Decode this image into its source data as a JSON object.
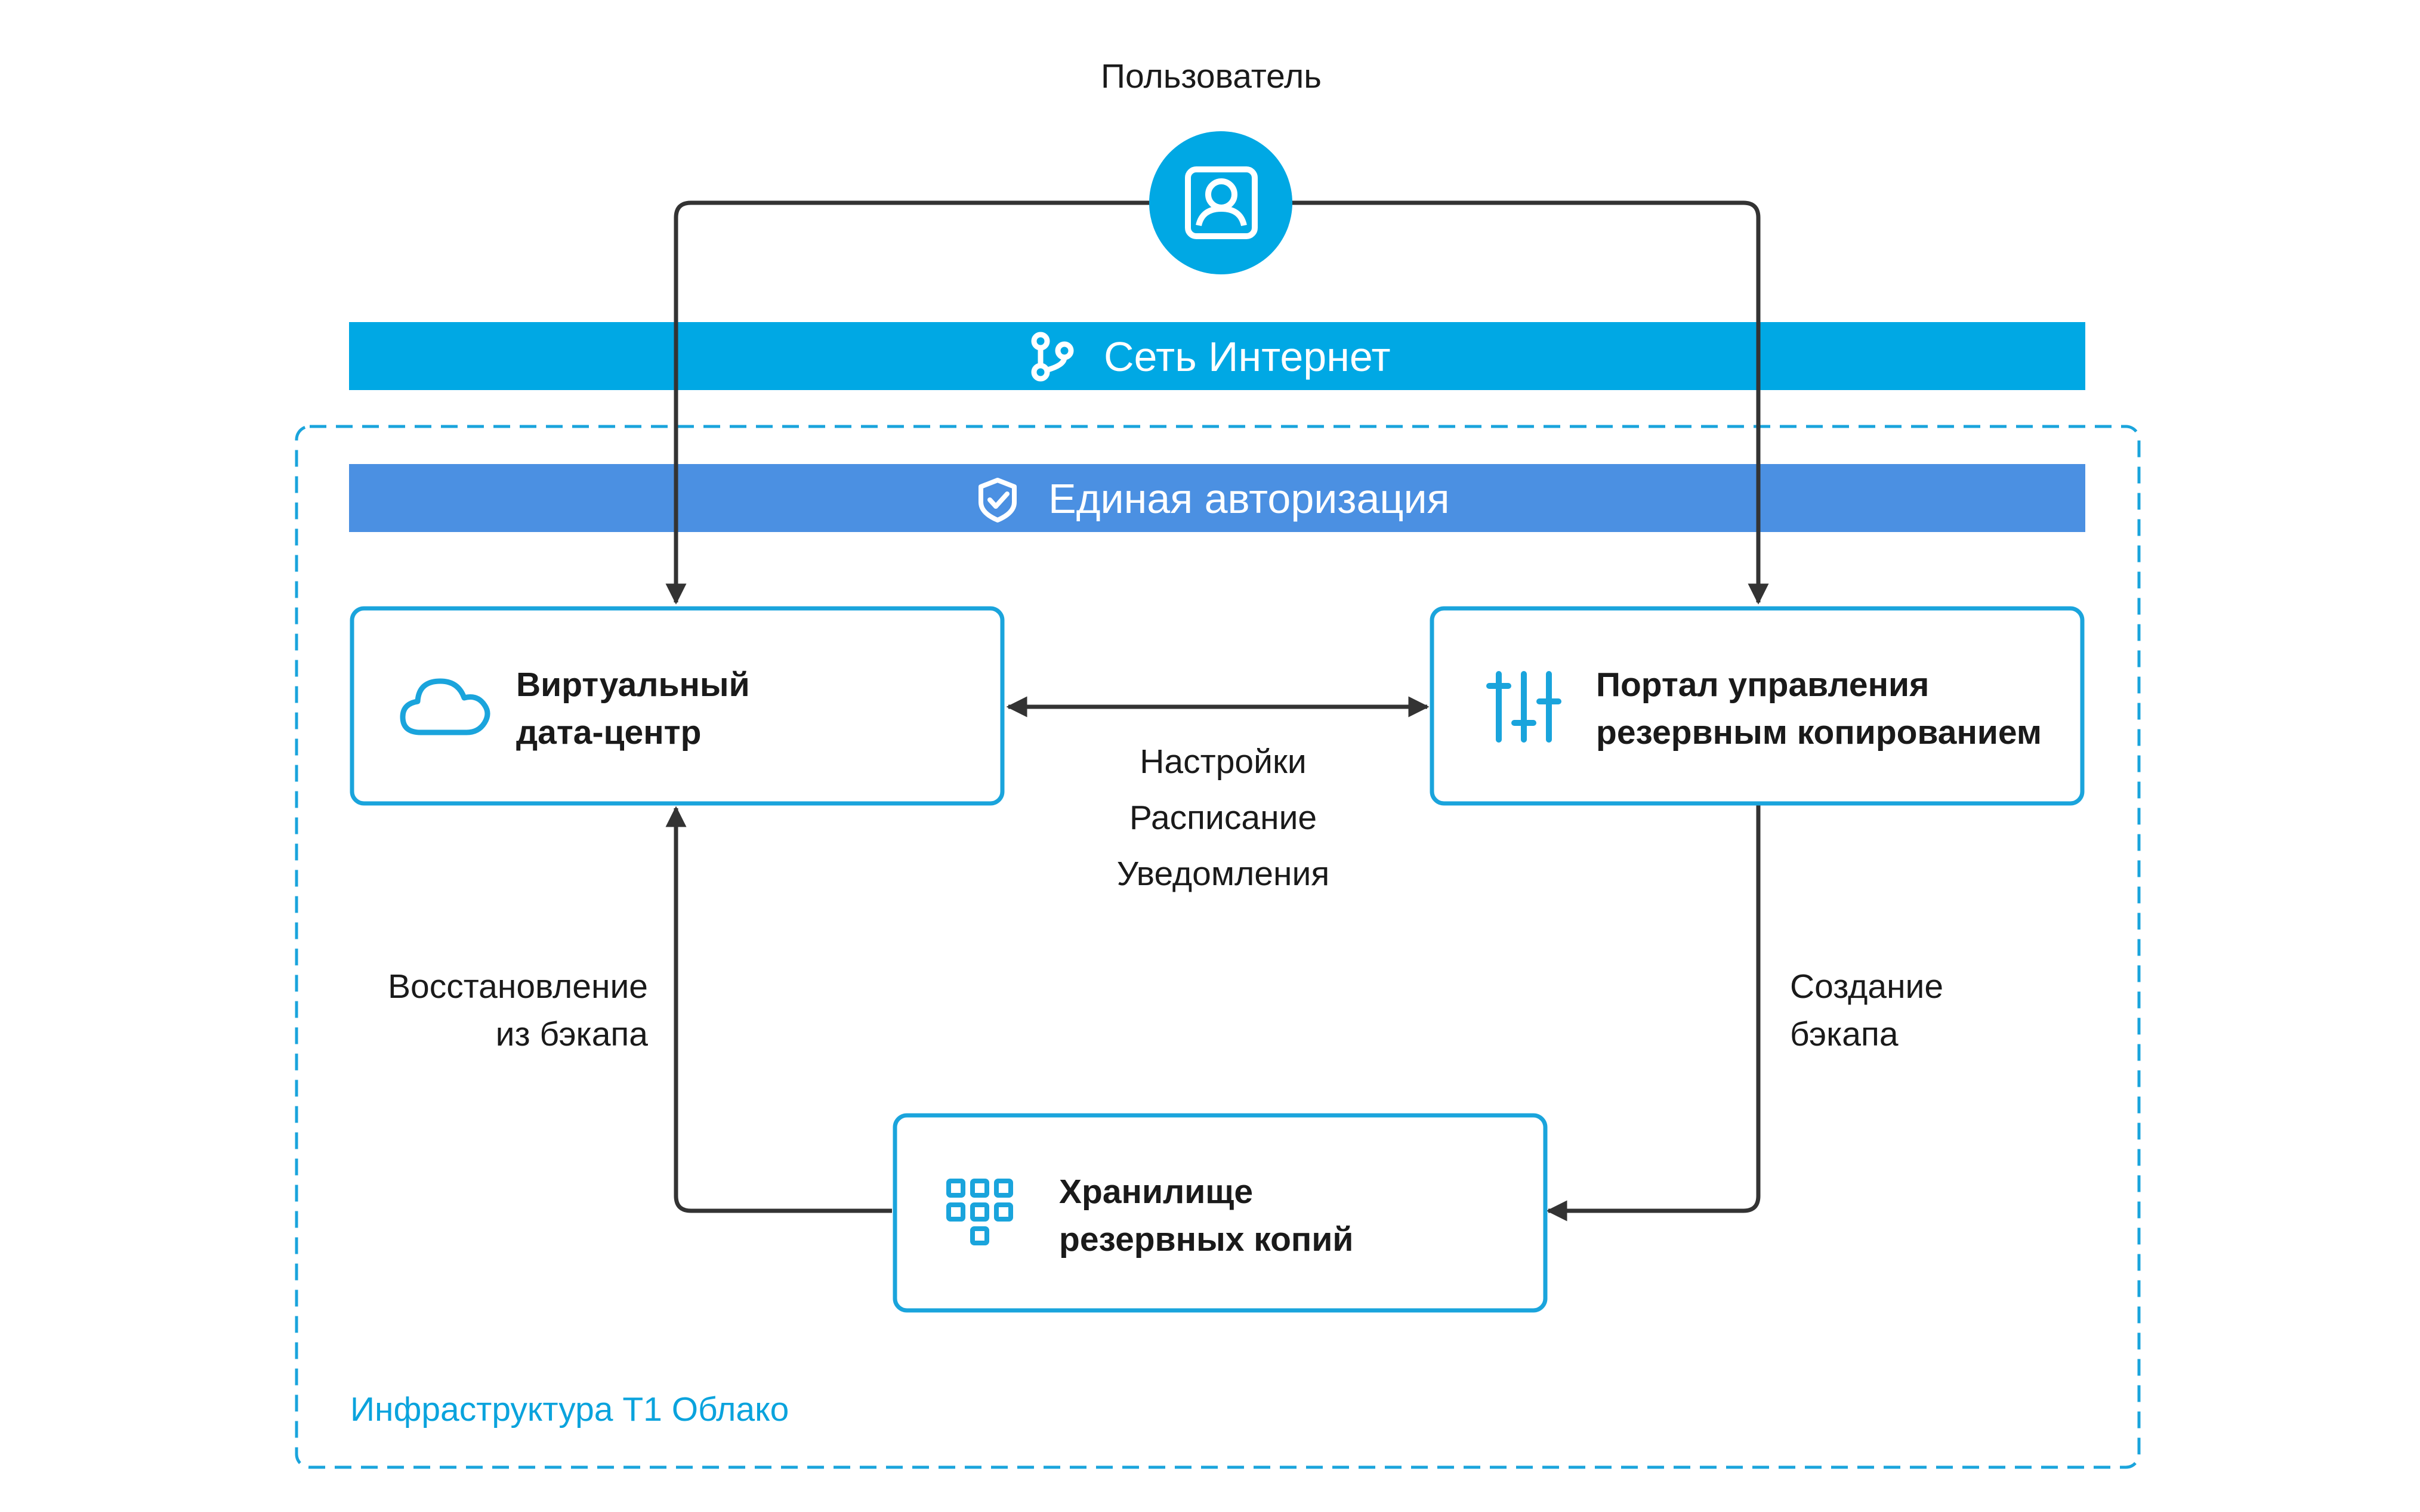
{
  "user": {
    "label": "Пользователь",
    "icon": "user-icon"
  },
  "bands": {
    "internet": {
      "label": "Сеть Интернет",
      "icon": "branch-icon",
      "color": "#00a8e4"
    },
    "auth": {
      "label": "Единая авторизация",
      "icon": "shield-check-icon",
      "color": "#4b90e2"
    }
  },
  "nodes": {
    "vdc": {
      "title_line1": "Виртуальный",
      "title_line2": "дата-центр",
      "icon": "cloud-icon"
    },
    "portal": {
      "title_line1": "Портал управления",
      "title_line2": "резервным копированием",
      "icon": "sliders-icon"
    },
    "storage": {
      "title_line1": "Хранилище",
      "title_line2": "резервных копий",
      "icon": "grid-icon"
    }
  },
  "edges": {
    "settings": {
      "line1": "Настройки",
      "line2": "Расписание",
      "line3": "Уведомления"
    },
    "restore": {
      "line1": "Восстановление",
      "line2": "из бэкапа"
    },
    "create": {
      "line1": "Создание",
      "line2": "бэкапа"
    }
  },
  "region": {
    "label": "Инфраструктура Т1 Облако"
  },
  "colors": {
    "accent": "#0aa3dd",
    "arrow": "#333333",
    "box_border": "#1aa4dc"
  }
}
